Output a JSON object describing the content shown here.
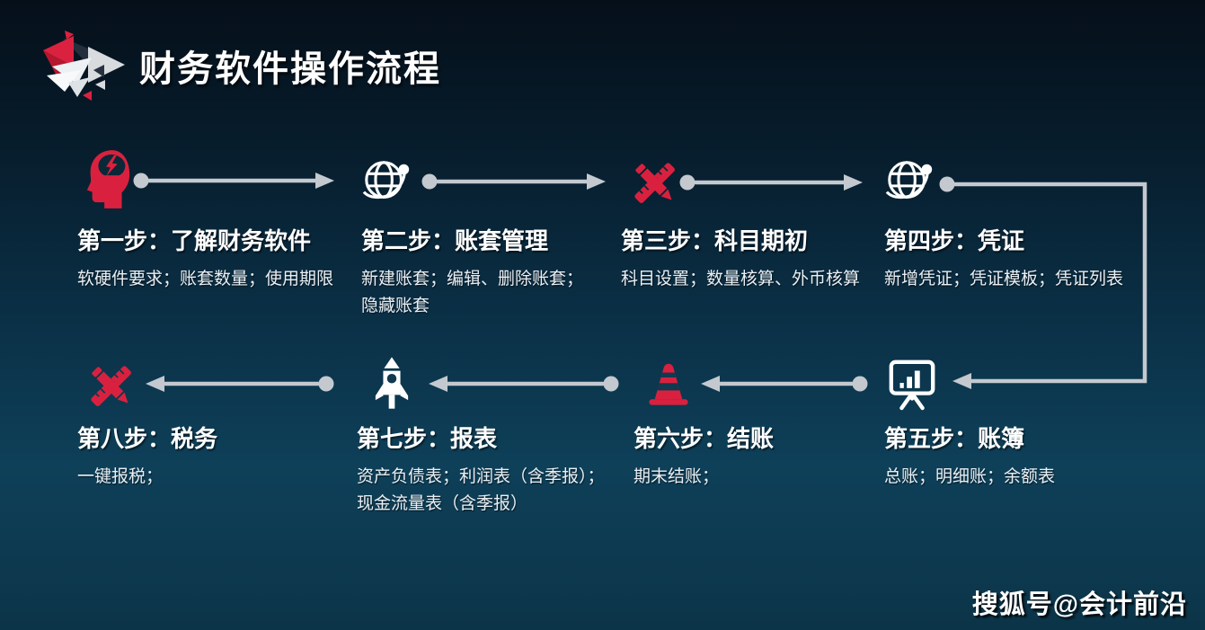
{
  "header": {
    "title": "财务软件操作流程",
    "logo": "triangles-logo"
  },
  "watermark": "搜狐号@会计前沿",
  "colors": {
    "accent_red": "#d9213f",
    "icon_white": "#ffffff",
    "arrow_gray": "#c3c9cf",
    "background_top": "#050f1a",
    "background_light": "#0e4059",
    "background_bottom": "#0c3448"
  },
  "flow": {
    "row1_direction": "left-to-right",
    "row2_direction": "right-to-left",
    "connector": "elbow from step 4 down to step 5"
  },
  "steps": [
    {
      "id": 1,
      "icon": "head-lightning-icon",
      "title": "第一步：了解财务软件",
      "desc": "软硬件要求；账套数量；使用期限"
    },
    {
      "id": 2,
      "icon": "globe-orbit-icon",
      "title": "第二步：账套管理",
      "desc": "新建账套；编辑、删除账套；\n隐藏账套"
    },
    {
      "id": 3,
      "icon": "pencil-ruler-icon",
      "title": "第三步：科目期初",
      "desc": "科目设置；数量核算、外币核算"
    },
    {
      "id": 4,
      "icon": "globe-orbit-icon",
      "title": "第四步：凭证",
      "desc": "新增凭证；凭证模板；凭证列表"
    },
    {
      "id": 5,
      "icon": "easel-chart-icon",
      "title": "第五步：账簿",
      "desc": "总账；明细账；余额表"
    },
    {
      "id": 6,
      "icon": "traffic-cone-icon",
      "title": "第六步：结账",
      "desc": "期末结账；"
    },
    {
      "id": 7,
      "icon": "rocket-icon",
      "title": "第七步：报表",
      "desc": "资产负债表；利润表（含季报）；\n现金流量表（含季报）"
    },
    {
      "id": 8,
      "icon": "pencil-ruler-icon",
      "title": "第八步：税务",
      "desc": "一键报税；"
    }
  ]
}
